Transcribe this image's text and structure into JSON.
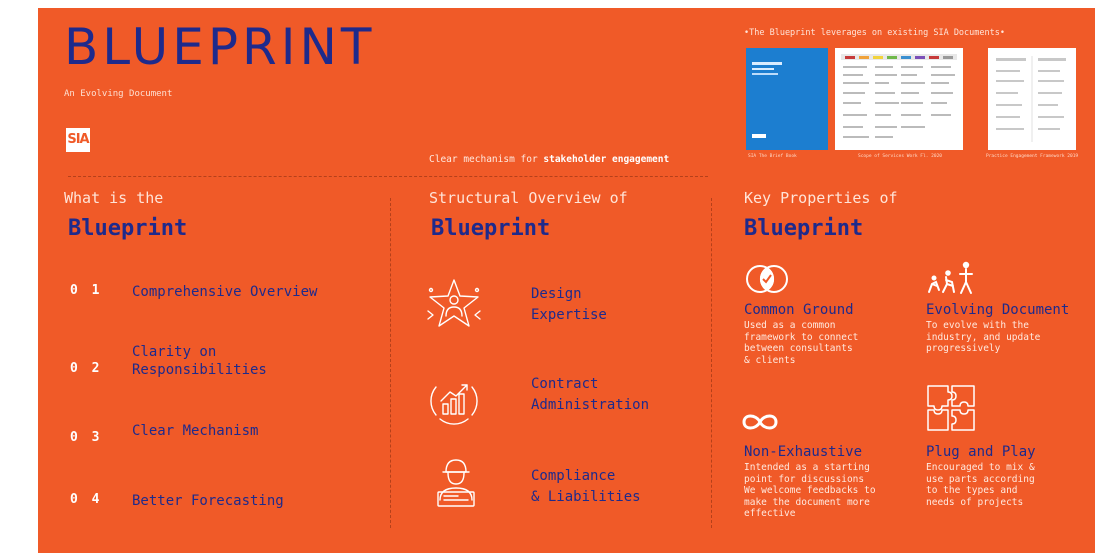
{
  "header": {
    "title": "BLUEPRINT",
    "subtitle": "An Evolving Document",
    "logo_text": "SIA"
  },
  "mechanism_prefix": "Clear mechanism for ",
  "mechanism_bold": "stakeholder engagement",
  "documents": {
    "caption": "•The Blueprint leverages on existing SIA Documents•",
    "items": [
      {
        "caption": "SIA The Brief Book"
      },
      {
        "caption": "Scope of Services Work Fl. 2020"
      },
      {
        "caption": "Practice Engagement Framework 2019"
      }
    ]
  },
  "what_is": {
    "heading_line1": "What is the",
    "heading_line2": "Blueprint",
    "items": [
      {
        "number": "0 1",
        "label": "Comprehensive Overview"
      },
      {
        "number": "0 2",
        "label": "Clarity on\nResponsibilities"
      },
      {
        "number": "0 3",
        "label": "Clear Mechanism"
      },
      {
        "number": "0 4",
        "label": "Better Forecasting"
      }
    ]
  },
  "structural": {
    "heading_line1": "Structural Overview of",
    "heading_line2": "Blueprint",
    "items": [
      {
        "icon": "star-person-icon",
        "label": "Design\nExpertise"
      },
      {
        "icon": "growth-chart-icon",
        "label": "Contract\nAdministration"
      },
      {
        "icon": "engineer-icon",
        "label": "Compliance\n& Liabilities"
      }
    ]
  },
  "key_properties": {
    "heading_line1": "Key Properties of",
    "heading_line2": "Blueprint",
    "items": [
      {
        "icon": "overlapping-circles-icon",
        "title": "Common Ground",
        "description": "Used as a common\nframework to connect\nbetween consultants\n& clients"
      },
      {
        "icon": "evolution-figures-icon",
        "title": "Evolving Document",
        "description": "To evolve with the\nindustry, and update\nprogressively"
      },
      {
        "icon": "infinity-icon",
        "title": "Non-Exhaustive",
        "description": "Intended as a starting\npoint for discussions\nWe welcome feedbacks to\nmake the document more\neffective"
      },
      {
        "icon": "puzzle-icon",
        "title": "Plug and Play",
        "description": "Encouraged to mix &\nuse parts according\nto the types and\nneeds of projects"
      }
    ]
  },
  "colors": {
    "background": "#f05a28",
    "title_blue": "#1e2a8c",
    "text_light": "#ffe9df",
    "white": "#ffffff"
  }
}
